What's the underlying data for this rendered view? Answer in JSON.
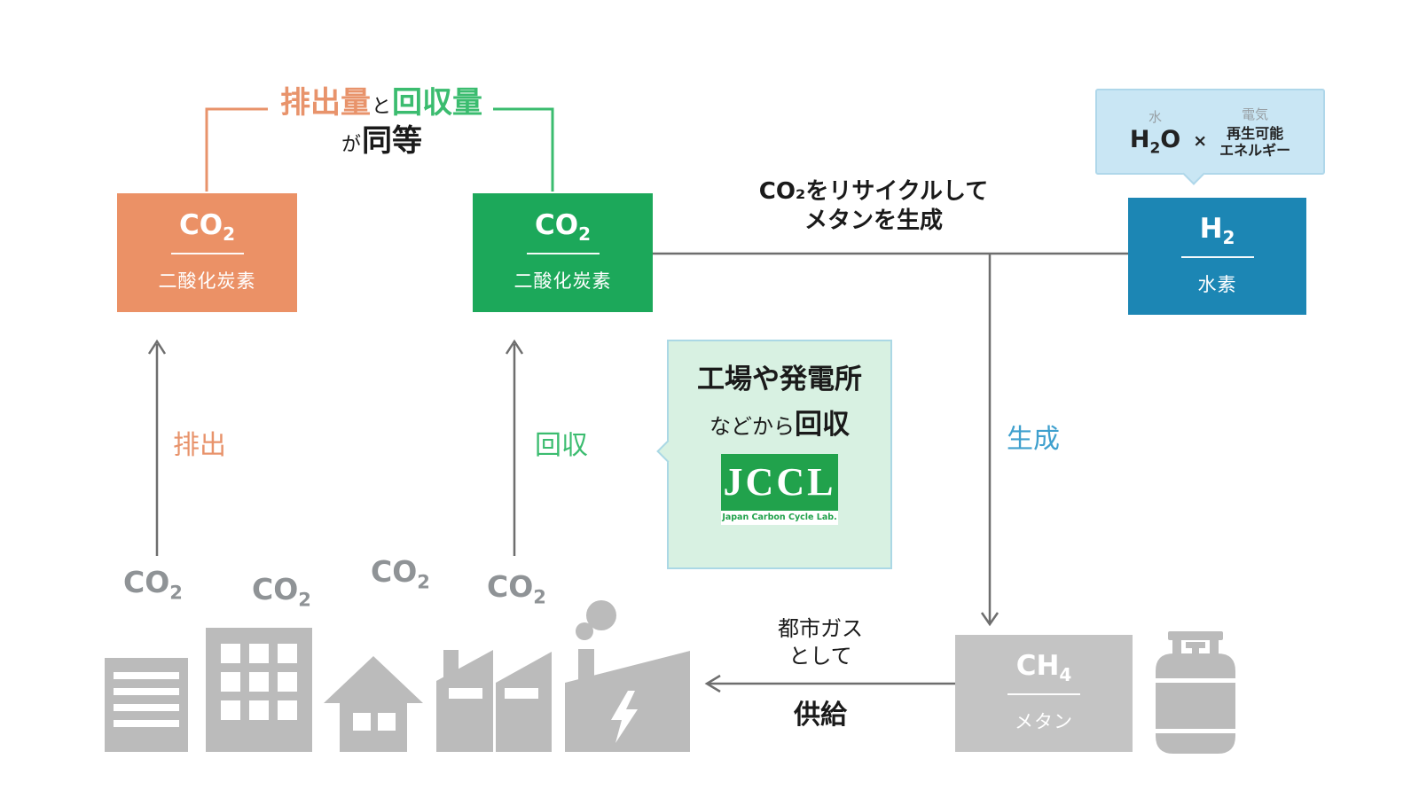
{
  "colors": {
    "emission_orange": "#EB9166",
    "capture_green": "#1CA85A",
    "hydrogen_blue": "#1C86B4",
    "methane_gray": "#C4C4C4",
    "icon_gray": "#BBBBBB",
    "line_gray": "#6E6E6E",
    "bubble_blue": "#C9E6F4",
    "bubble_green": "#D8F1E2",
    "jccl_green": "#21A24C",
    "label_blue": "#3FA0CE",
    "text_orange": "#E8936B",
    "text_green": "#3BBC6F"
  },
  "equivalence": {
    "emission_label": "排出量",
    "and": "と",
    "capture_label": "回収量",
    "suffix_particle": "が",
    "suffix_word": "同等"
  },
  "co2_emission_box": {
    "formula_base": "CO",
    "formula_sub": "2",
    "name": "二酸化炭素"
  },
  "co2_capture_box": {
    "formula_base": "CO",
    "formula_sub": "2",
    "name": "二酸化炭素"
  },
  "h2_box": {
    "formula_base": "H",
    "formula_sub": "2",
    "name": "水素"
  },
  "ch4_box": {
    "formula_base": "CH",
    "formula_sub": "4",
    "name": "メタン"
  },
  "h2o_bubble": {
    "water_caption": "水",
    "h2o_p1": "H",
    "h2o_sub": "2",
    "h2o_p2": "O",
    "times": "×",
    "electricity_caption": "電気",
    "renewable_line1": "再生可能",
    "renewable_line2": "エネルギー"
  },
  "recycle_caption": {
    "line1": "CO₂をリサイクルして",
    "line2": "メタンを生成"
  },
  "flow_labels": {
    "emission": "排出",
    "capture": "回収",
    "generation": "生成"
  },
  "jccl_bubble": {
    "line1": "工場や発電所",
    "line2_lead": "などから",
    "line2_emph": "回収",
    "logo": "JCCL",
    "logo_caption": "Japan Carbon Cycle Lab."
  },
  "supply": {
    "line1": "都市ガス",
    "line2": "として",
    "line3": "供給"
  },
  "ground_co2_labels": [
    {
      "base": "CO",
      "sub": "2"
    },
    {
      "base": "CO",
      "sub": "2"
    },
    {
      "base": "CO",
      "sub": "2"
    },
    {
      "base": "CO",
      "sub": "2"
    }
  ]
}
